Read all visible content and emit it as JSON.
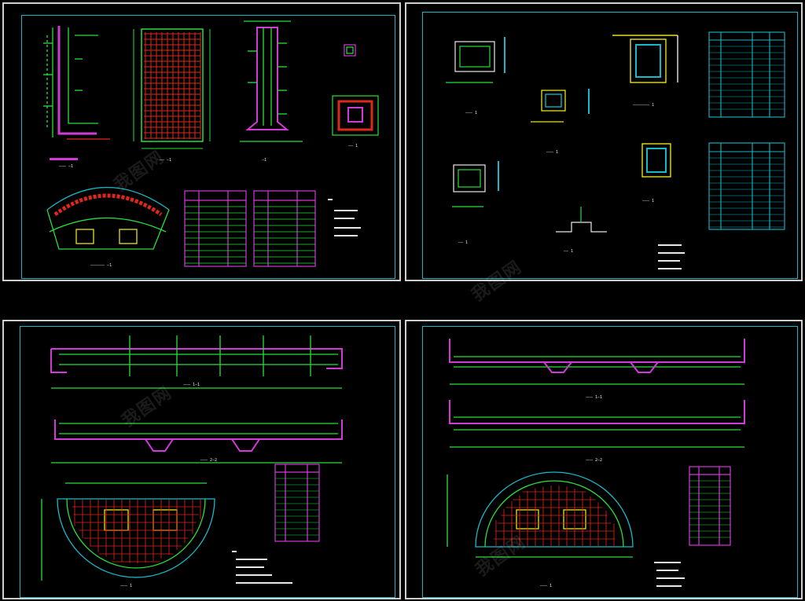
{
  "colors": {
    "background": "#000000",
    "sheet_border": "#cfcfcf",
    "frame": "#19b8c8",
    "rebar_green": "#27e03a",
    "concrete_magenta": "#d23ad8",
    "rebar_red": "#e0271c",
    "dim_yellow": "#e8e020",
    "table_cyan": "#19b8c8",
    "text": "#e8e8e8"
  },
  "watermark_text": "我图网",
  "sheets": [
    {
      "id": "sheet-1"
    },
    {
      "id": "sheet-2"
    },
    {
      "id": "sheet-3"
    },
    {
      "id": "sheet-4"
    }
  ]
}
